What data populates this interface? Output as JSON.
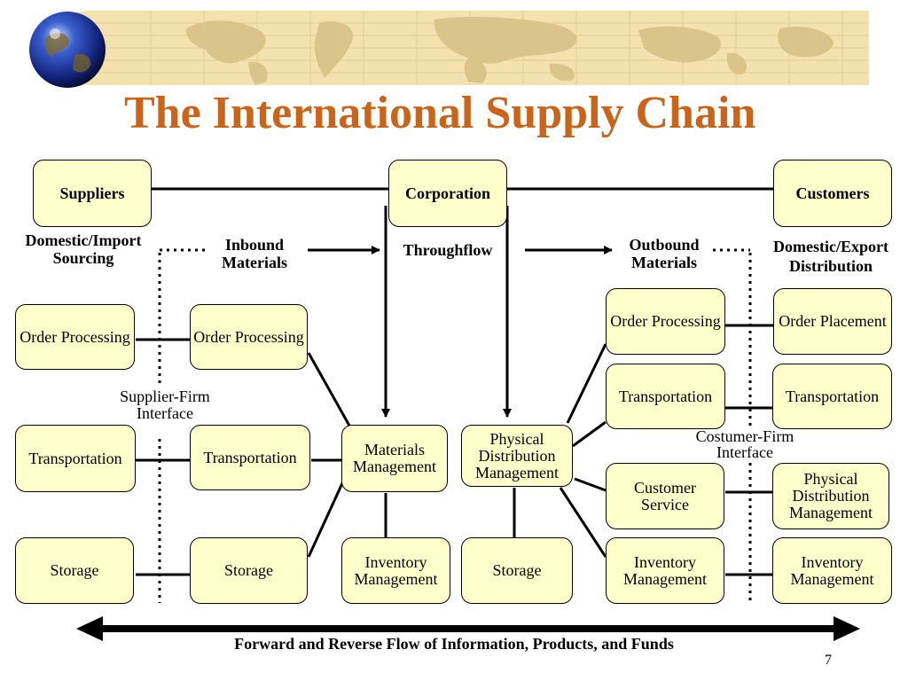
{
  "slide": {
    "title": "The International Supply Chain",
    "footer": "Forward and Reverse Flow of Information, Products, and Funds",
    "page_number": "7"
  },
  "boxes": {
    "suppliers": "Suppliers",
    "corporation": "Corporation",
    "customers": "Customers",
    "supplier_order_processing": "Order Processing",
    "supplier_transportation": "Transportation",
    "supplier_storage": "Storage",
    "inbound_order_processing": "Order Processing",
    "inbound_transportation": "Transportation",
    "inbound_storage": "Storage",
    "materials_management": "Materials Management",
    "inventory_management": "Inventory Management",
    "physical_distribution_management": "Physical Distribution Management",
    "pdm_storage": "Storage",
    "outbound_order_processing": "Order Processing",
    "outbound_transportation": "Transportation",
    "customer_service": "Customer Service",
    "outbound_inventory_management": "Inventory Management",
    "customer_order_placement": "Order Placement",
    "customer_transportation": "Transportation",
    "customer_physical_distribution": "Physical Distribution Management",
    "customer_inventory_management": "Inventory Management"
  },
  "labels": {
    "domestic_import": "Domestic/Import",
    "sourcing": "Sourcing",
    "inbound": "Inbound",
    "materials_in": "Materials",
    "throughflow": "Throughflow",
    "outbound": "Outbound",
    "materials_out": "Materials",
    "domestic_export": "Domestic/Export",
    "distribution": "Distribution",
    "supplier_firm": "Supplier-Firm",
    "interface_left": "Interface",
    "costumer_firm": "Costumer-Firm",
    "interface_right": "Interface"
  },
  "colors": {
    "title": "#c8651b",
    "box_fill": "#ffffcc",
    "banner": "#f3e2ae",
    "map": "#d9c48a"
  }
}
